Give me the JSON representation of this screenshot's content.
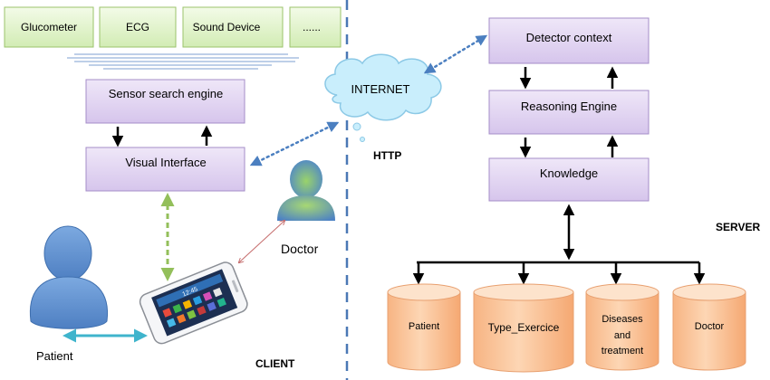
{
  "client": {
    "devices": [
      "Glucometer",
      "ECG",
      "Sound Device",
      "......"
    ],
    "sensor_search_engine": "Sensor search engine",
    "visual_interface": "Visual Interface",
    "internet": "INTERNET",
    "doctor": "Doctor",
    "patient": "Patient",
    "label": "CLIENT",
    "phone_time": "12:45"
  },
  "server": {
    "detector_context": "Detector context",
    "reasoning_engine": "Reasoning Engine",
    "knowledge": "Knowledge",
    "label": "SERVER",
    "protocol": "HTTP",
    "databases": [
      "Patient",
      "Type_Exercice",
      "Diseases",
      "and",
      "treatment",
      "Doctor"
    ]
  },
  "colors": {
    "device_fill": "#dff3c6",
    "device_border": "#9bc36b",
    "box_fill": "#e3d6f2",
    "box_border": "#a48dc8",
    "cylinder_fill": "#fbc79c",
    "cylinder_top": "#fde3cc",
    "divider": "#4a78b5",
    "cloud": "#c9eefc",
    "person": "#5c8fd0"
  }
}
